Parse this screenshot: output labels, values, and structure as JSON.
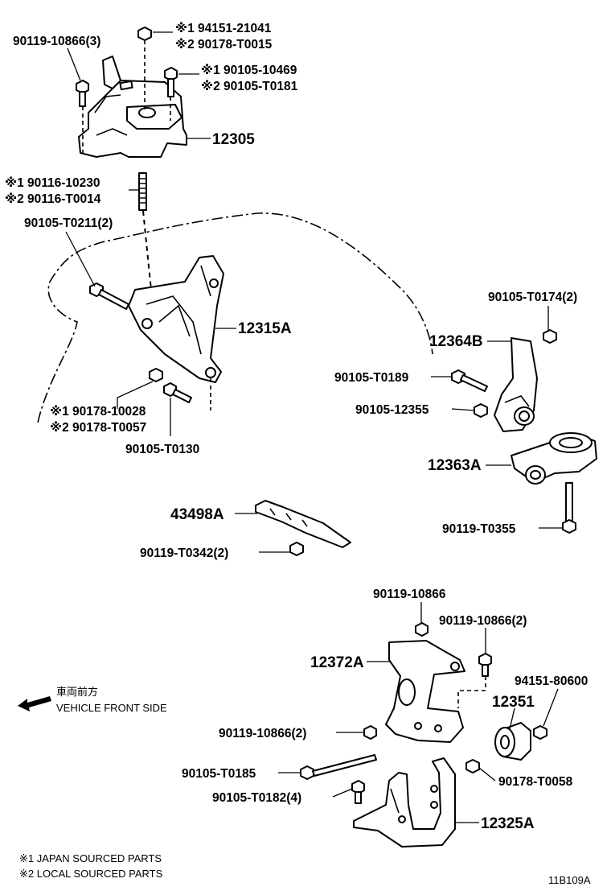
{
  "labels": {
    "p_90119_10866_3": "90119-10866(3)",
    "p_94151_21041": "※1 94151-21041",
    "p_90178_T0015": "※2 90178-T0015",
    "p_90105_10469": "※1 90105-10469",
    "p_90105_T0181": "※2 90105-T0181",
    "p_12305": "12305",
    "p_90116_10230": "※1 90116-10230",
    "p_90116_T0014": "※2 90116-T0014",
    "p_90105_T0211": "90105-T0211(2)",
    "p_12315A": "12315A",
    "p_90178_10028": "※1 90178-10028",
    "p_90178_T0057": "※2 90178-T0057",
    "p_90105_T0130": "90105-T0130",
    "p_90105_T0174": "90105-T0174(2)",
    "p_12364B": "12364B",
    "p_90105_T0189": "90105-T0189",
    "p_90105_12355": "90105-12355",
    "p_12363A": "12363A",
    "p_90119_T0355": "90119-T0355",
    "p_43498A": "43498A",
    "p_90119_T0342": "90119-T0342(2)",
    "p_90119_10866": "90119-10866",
    "p_90119_10866_2a": "90119-10866(2)",
    "p_12372A": "12372A",
    "p_94151_80600": "94151-80600",
    "p_12351": "12351",
    "p_90119_10866_2b": "90119-10866(2)",
    "p_90105_T0185": "90105-T0185",
    "p_90178_T0058": "90178-T0058",
    "p_90105_T0182": "90105-T0182(4)",
    "p_12325A": "12325A"
  },
  "front_side": {
    "jp": "車両前方",
    "en": "VEHICLE FRONT SIDE"
  },
  "legend": {
    "note1": "※1 JAPAN SOURCED PARTS",
    "note2": "※2 LOCAL SOURCED PARTS"
  },
  "figure_id": "11B109A",
  "icons": {
    "front_arrow": "arrow-left-icon"
  }
}
